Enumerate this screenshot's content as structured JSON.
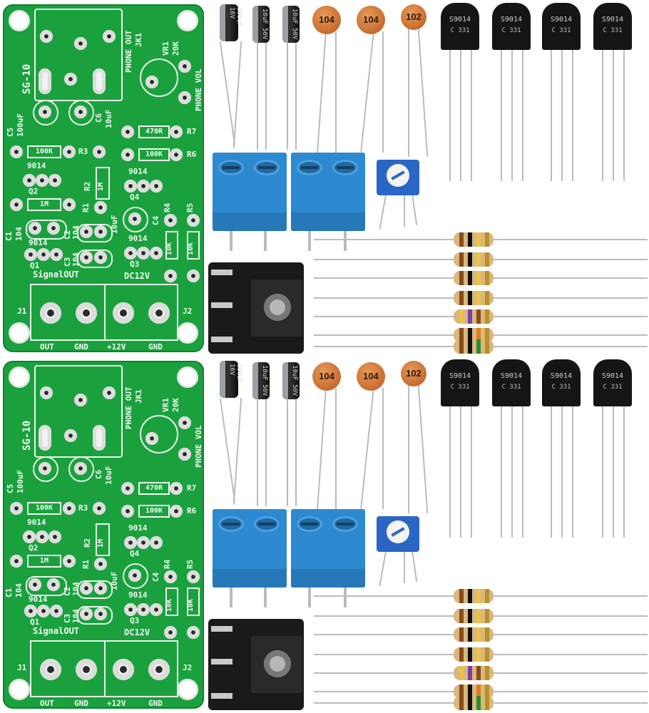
{
  "pcb": {
    "title": "SG-10",
    "phone_out": "PHONE OUT",
    "jk1": "JK1",
    "vr1": "VR1",
    "vr_value": "20K",
    "phone_vol": "PHONE VOL",
    "c5": "C5",
    "c5_value": "100uF",
    "c6": "C6",
    "c6_value": "10uF",
    "r7": "R7",
    "r7_value": "470R",
    "r6": "R6",
    "r6_value": "100K",
    "r3": "R3",
    "r3_value": "100K",
    "q2_part": "9014",
    "q2": "Q2",
    "r2": "R2",
    "r2_value": "1M",
    "q4_part": "9014",
    "q4": "Q4",
    "r1": "R1",
    "r1_value": "1M",
    "c4_value": "10uF",
    "c4": "C4",
    "r4": "R4",
    "r4_value": "10K",
    "r5": "R5",
    "r5_value": "10K",
    "c1": "C1",
    "c1_value": "104",
    "q1_part": "9014",
    "q1": "Q1",
    "c2": "C2",
    "c2_value": "104",
    "c3": "C3",
    "c3_value": "104",
    "q3_part": "9014",
    "q3": "Q3",
    "signal_out": "SignalOUT",
    "dc12v": "DC12V",
    "j1": "J1",
    "j2": "J2",
    "out": "OUT",
    "gnd1": "GND",
    "plus12v": "+12V",
    "gnd2": "GND"
  },
  "parts": {
    "cap_electrolytic_1": "100uF 16V",
    "cap_electrolytic_2": "10uF 50V",
    "cap_electrolytic_3": "10uF 50V",
    "ceramic_1": "104",
    "ceramic_2": "104",
    "ceramic_3": "102",
    "transistor_name": "S9014",
    "transistor_code": "C 331"
  },
  "colors": {
    "pcb_green": "#1aa13e",
    "terminal_blue": "#2d8ad0",
    "ceramic_orange": "#c86b2e",
    "resistor_body": "#d9b77d"
  },
  "resistor_bands": [
    [
      "#8a4a1c",
      "#111111",
      "#e8c34a",
      "#b8902b"
    ],
    [
      "#8a4a1c",
      "#111111",
      "#e8c34a",
      "#b8902b"
    ],
    [
      "#8a4a1c",
      "#111111",
      "#e8c34a",
      "#b8902b"
    ],
    [
      "#8a4a1c",
      "#111111",
      "#e8c34a",
      "#b8902b"
    ],
    [
      "#e8c34a",
      "#7a3fa8",
      "#8a4a1c",
      "#b8902b"
    ],
    [
      "#8a4a1c",
      "#111111",
      "#e47a1e",
      "#b8902b"
    ],
    [
      "#8a4a1c",
      "#111111",
      "#2f8a2f",
      "#b8902b"
    ]
  ]
}
